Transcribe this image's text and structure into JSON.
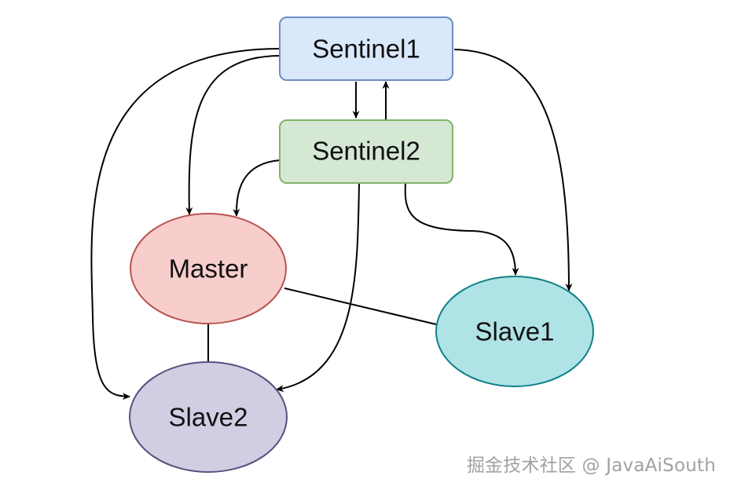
{
  "nodes": {
    "sentinel1": {
      "label": "Sentinel1",
      "fill": "#dae8fc",
      "stroke": "#6c8ebf",
      "shape": "rounded-rectangle"
    },
    "sentinel2": {
      "label": "Sentinel2",
      "fill": "#d5e8d4",
      "stroke": "#82b366",
      "shape": "rounded-rectangle"
    },
    "master": {
      "label": "Master",
      "fill": "#f8cecc",
      "stroke": "#b85450",
      "shape": "ellipse"
    },
    "slave1": {
      "label": "Slave1",
      "fill": "#b0e3e6",
      "stroke": "#0e8088",
      "shape": "ellipse"
    },
    "slave2": {
      "label": "Slave2",
      "fill": "#d0cee2",
      "stroke": "#56517e",
      "shape": "ellipse"
    }
  },
  "edges": [
    {
      "from": "sentinel1",
      "to": "sentinel2",
      "arrow": true
    },
    {
      "from": "sentinel2",
      "to": "sentinel1",
      "arrow": true
    },
    {
      "from": "sentinel1",
      "to": "master",
      "arrow": true
    },
    {
      "from": "sentinel1",
      "to": "slave2",
      "arrow": true
    },
    {
      "from": "sentinel1",
      "to": "slave1",
      "arrow": true
    },
    {
      "from": "sentinel2",
      "to": "master",
      "arrow": true
    },
    {
      "from": "sentinel2",
      "to": "slave2",
      "arrow": true
    },
    {
      "from": "sentinel2",
      "to": "slave1",
      "arrow": true
    },
    {
      "from": "master",
      "to": "slave1",
      "arrow": false
    },
    {
      "from": "master",
      "to": "slave2",
      "arrow": false
    }
  ],
  "watermark": "掘金技术社区 @ JavaAiSouth"
}
